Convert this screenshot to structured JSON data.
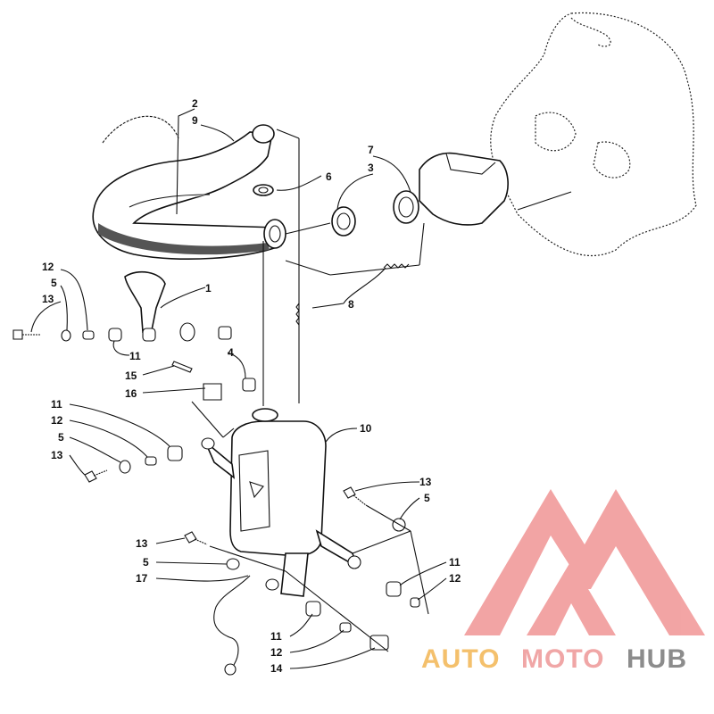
{
  "callouts": {
    "c1": "1",
    "c2": "2",
    "c3": "3",
    "c4": "4",
    "c5a": "5",
    "c5b": "5",
    "c5c": "5",
    "c5d": "5",
    "c6": "6",
    "c7": "7",
    "c8": "8",
    "c9": "9",
    "c10": "10",
    "c11a": "11",
    "c11b": "11",
    "c11c": "11",
    "c11d": "11",
    "c12a": "12",
    "c12b": "12",
    "c12c": "12",
    "c12d": "12",
    "c13a": "13",
    "c13b": "13",
    "c13c": "13",
    "c13d": "13",
    "c14": "14",
    "c15": "15",
    "c16": "16",
    "c17": "17"
  },
  "watermark": {
    "auto": "AUTO",
    "moto": "MOTO",
    "hub": "HUB",
    "colors": {
      "auto": "#f4c06c",
      "moto": "#f0a6a6",
      "hub": "#8c8c8c",
      "triangle": "#f2a0a0"
    }
  },
  "icons": [
    "exhaust-pipe-icon",
    "muffler-icon",
    "manifold-icon",
    "spring-icon",
    "bolt-icon",
    "washer-icon",
    "grommet-icon",
    "engine-outline-icon",
    "logo-triangle-icon"
  ]
}
